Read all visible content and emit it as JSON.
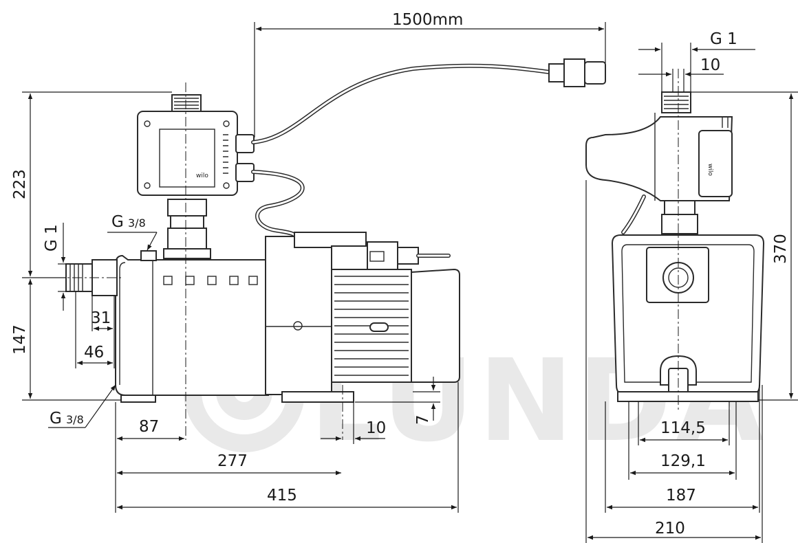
{
  "watermark": {
    "text": "LUNDA"
  },
  "brand": {
    "logo": "wilo"
  },
  "dimensions": {
    "cable_length": "1500mm",
    "height_top": "223",
    "height_bottom": "147",
    "inlet_thread": "G 1",
    "gauge_port_top": "G",
    "gauge_port_bottom": "G",
    "fraction": "3/8",
    "inlet_depth_31": "31",
    "inlet_depth_46": "46",
    "width_87": "87",
    "width_277": "277",
    "width_415": "415",
    "foot_10": "10",
    "foot_7": "7",
    "outlet_thread": "G 1",
    "outlet_offset_10": "10",
    "height_total": "370",
    "base_114": "114,5",
    "base_129": "129,1",
    "base_187": "187",
    "base_210": "210"
  }
}
